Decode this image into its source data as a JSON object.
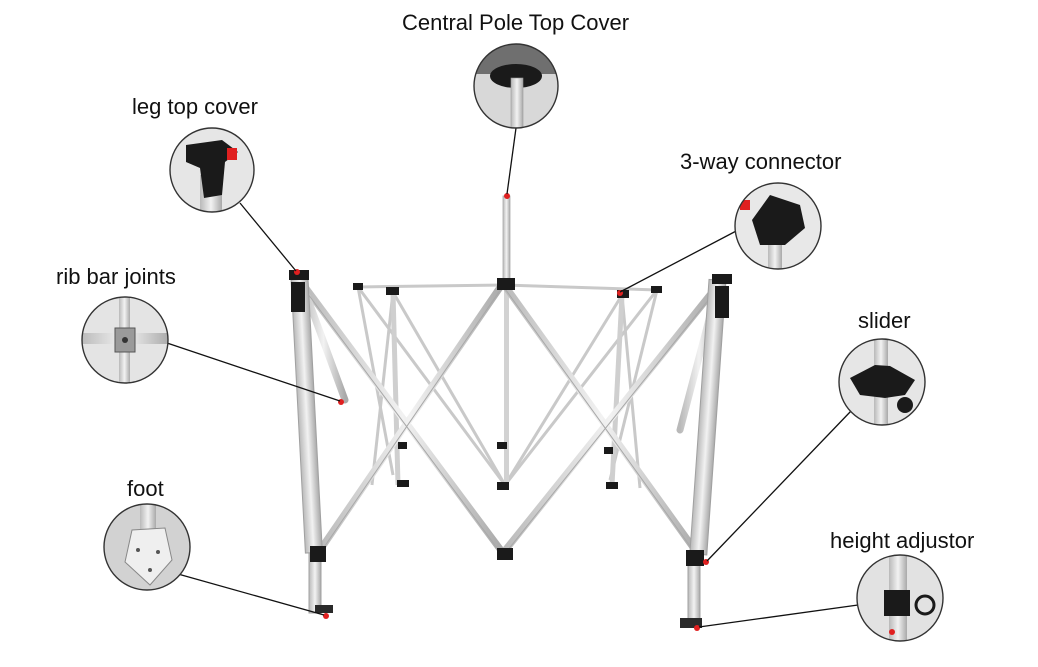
{
  "callouts": {
    "central_pole_top_cover": "Central Pole Top Cover",
    "leg_top_cover": "leg top cover",
    "three_way_connector": "3-way connector",
    "rib_bar_joints": "rib bar joints",
    "slider": "slider",
    "foot": "foot",
    "height_adjustor": "height adjustor"
  },
  "colors": {
    "frame": "#d9d9d9",
    "frame_edge": "#a8a8a8",
    "connector": "#1a1a1a",
    "marker": "#e02020",
    "leader_line": "#111111",
    "circle_border": "#333333",
    "circle_bg": "#e6e6e6"
  }
}
